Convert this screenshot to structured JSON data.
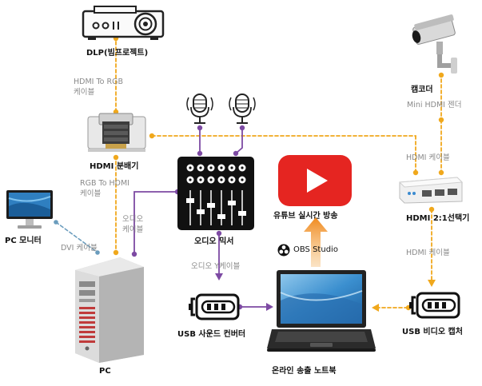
{
  "labels": {
    "dlp": "DLP(빔프로젝트)",
    "hdmi_splitter": "HDMI 분배기",
    "pc_monitor": "PC 모니터",
    "pc": "PC",
    "camcorder": "캠코더",
    "hdmi_switch": "HDMI 2:1선택기",
    "usb_capture": "USB 비디오 캡처",
    "audio_mixer": "오디오 믹서",
    "usb_sound": "USB 사운드 컨버터",
    "laptop": "온라인 송출 노트북",
    "youtube": "유튜브 실시간 방송",
    "obs": "OBS Studio"
  },
  "cables": {
    "hdmi_to_rgb_1": "HDMI To RGB",
    "hdmi_to_rgb_2": "케이블",
    "rgb_to_hdmi_1": "RGB To HDMI",
    "rgb_to_hdmi_2": "케이블",
    "audio_1": "오디오",
    "audio_2": "케이블",
    "dvi": "DVI 케이블",
    "mini_hdmi": "Mini HDMI 젠더",
    "hdmi_right": "HDMI 케이블",
    "hdmi_lower": "HDMI 케이블",
    "audio_y": "오디오 Y케이블"
  },
  "colors": {
    "video_line": "#f0a81c",
    "audio_line": "#7d4aa3",
    "dvi_line": "#6a9cbd",
    "youtube_red": "#e52521",
    "arrow_orange": "#f3a545"
  },
  "icons": [
    "projector-icon",
    "splitter-icon",
    "monitor-icon",
    "pc-tower-icon",
    "camera-icon",
    "switch-icon",
    "usb-capture-icon",
    "microphone-icon",
    "mixer-icon",
    "usb-sound-icon",
    "laptop-icon",
    "youtube-icon",
    "obs-icon"
  ]
}
